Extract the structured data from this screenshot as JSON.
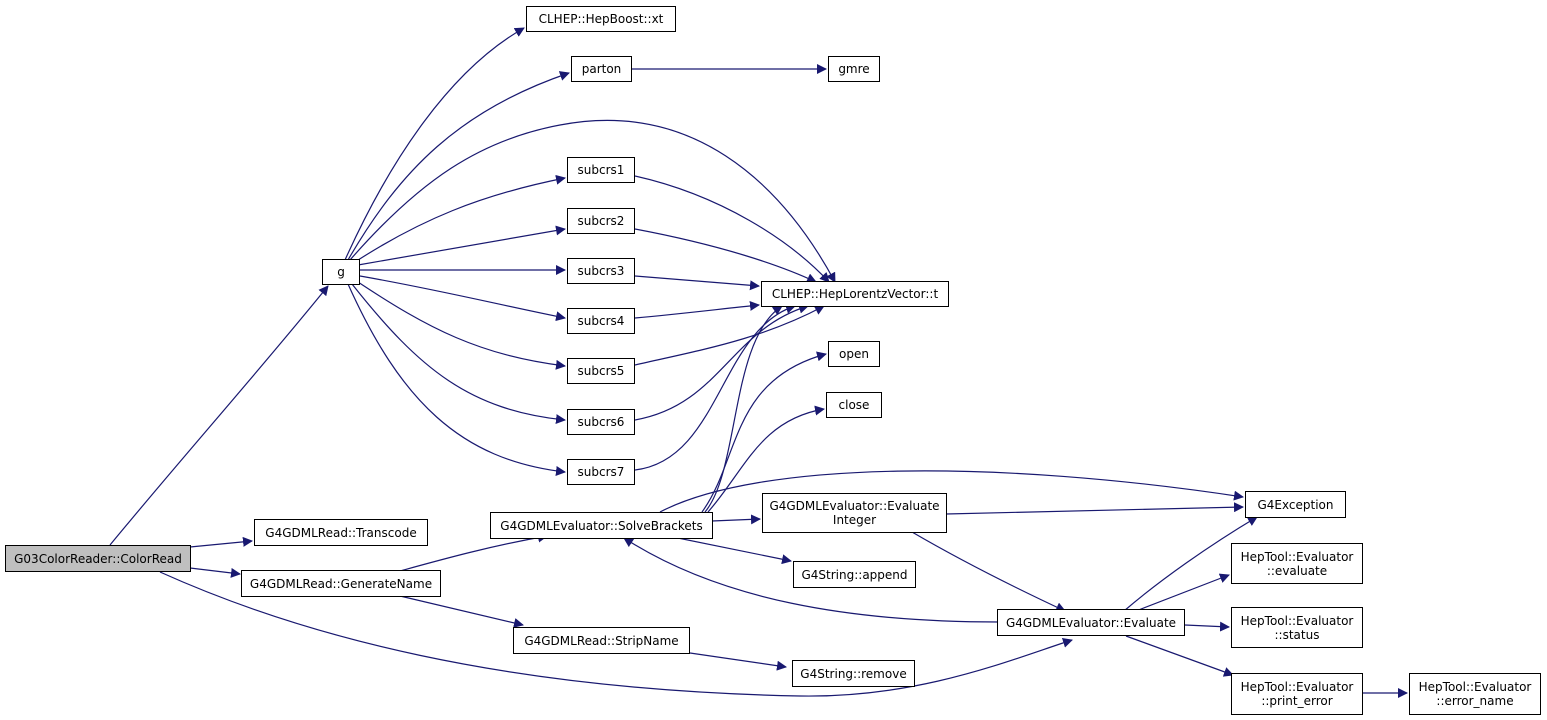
{
  "colors": {
    "edge": "#191970",
    "node_border": "#000000",
    "root_fill": "#bfbfbf",
    "node_fill": "#ffffff"
  },
  "nodes": {
    "root": {
      "label": "G03ColorReader::ColorRead"
    },
    "g": {
      "label": "g"
    },
    "hepboost_xt": {
      "label": "CLHEP::HepBoost::xt"
    },
    "parton": {
      "label": "parton"
    },
    "gmre": {
      "label": "gmre"
    },
    "subcrs1": {
      "label": "subcrs1"
    },
    "subcrs2": {
      "label": "subcrs2"
    },
    "subcrs3": {
      "label": "subcrs3"
    },
    "subcrs4": {
      "label": "subcrs4"
    },
    "subcrs5": {
      "label": "subcrs5"
    },
    "subcrs6": {
      "label": "subcrs6"
    },
    "subcrs7": {
      "label": "subcrs7"
    },
    "hlv_t": {
      "label": "CLHEP::HepLorentzVector::t"
    },
    "open": {
      "label": "open"
    },
    "close": {
      "label": "close"
    },
    "transcode": {
      "label": "G4GDMLRead::Transcode"
    },
    "generatename": {
      "label": "G4GDMLRead::GenerateName"
    },
    "solvebrackets": {
      "label": "G4GDMLEvaluator::SolveBrackets"
    },
    "evalint": {
      "line1": "G4GDMLEvaluator::Evaluate",
      "line2": "Integer"
    },
    "g4exception": {
      "label": "G4Exception"
    },
    "append": {
      "label": "G4String::append"
    },
    "stripname": {
      "label": "G4GDMLRead::StripName"
    },
    "remove": {
      "label": "G4String::remove"
    },
    "evaluate": {
      "label": "G4GDMLEvaluator::Evaluate"
    },
    "ht_evaluate": {
      "line1": "HepTool::Evaluator",
      "line2": "::evaluate"
    },
    "ht_status": {
      "line1": "HepTool::Evaluator",
      "line2": "::status"
    },
    "ht_print_error": {
      "line1": "HepTool::Evaluator",
      "line2": "::print_error"
    },
    "ht_error_name": {
      "line1": "HepTool::Evaluator",
      "line2": "::error_name"
    }
  }
}
